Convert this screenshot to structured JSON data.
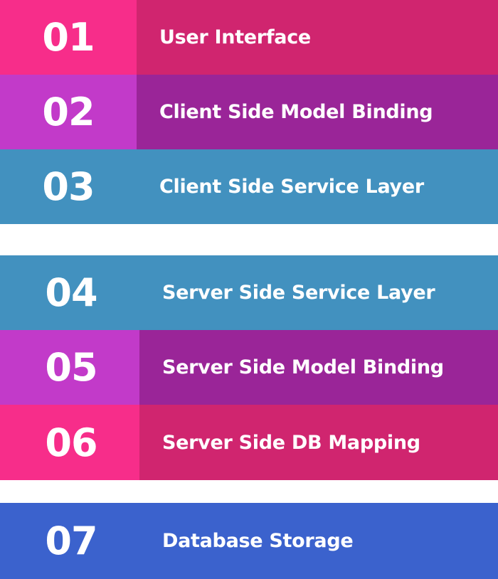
{
  "colors": {
    "pink_number": "#f72d8a",
    "pink_label": "#d0256f",
    "purple_number": "#c23ac9",
    "purple_label": "#9a2598",
    "teal_number": "#4291bf",
    "teal_label": "#4291bf",
    "blue_number": "#3b62cd",
    "blue_label": "#3b62cd"
  },
  "layers": [
    {
      "number": "01",
      "label": "User Interface",
      "color_group": "pink"
    },
    {
      "number": "02",
      "label": "Client Side Model Binding",
      "color_group": "purple"
    },
    {
      "number": "03",
      "label": "Client Side Service Layer",
      "color_group": "teal"
    },
    {
      "number": "04",
      "label": "Server Side Service Layer",
      "color_group": "teal"
    },
    {
      "number": "05",
      "label": "Server Side Model Binding",
      "color_group": "purple"
    },
    {
      "number": "06",
      "label": "Server Side DB Mapping",
      "color_group": "pink"
    },
    {
      "number": "07",
      "label": "Database Storage",
      "color_group": "blue"
    }
  ]
}
